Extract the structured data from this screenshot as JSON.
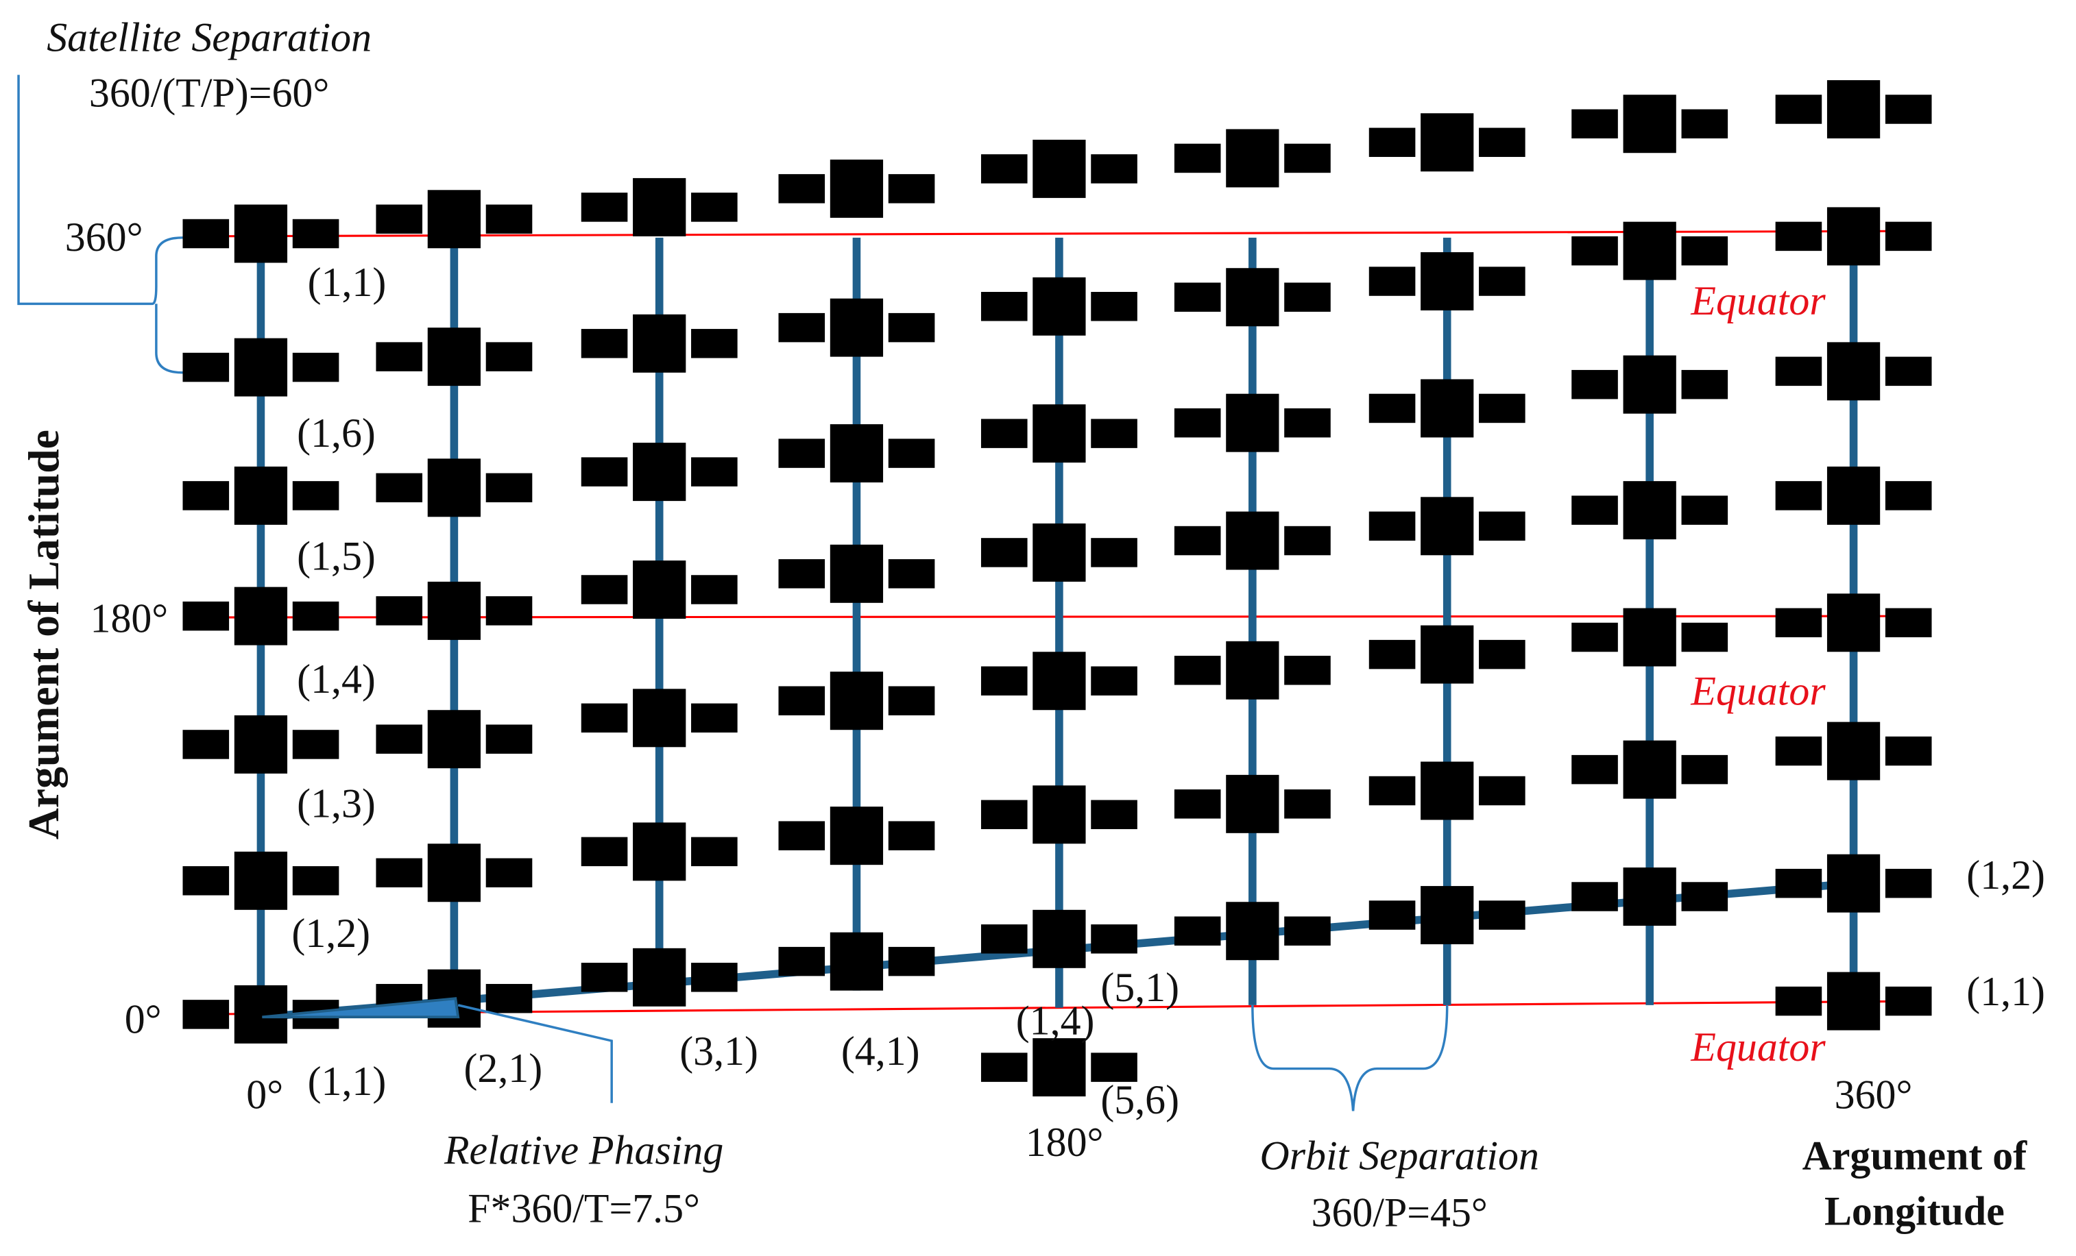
{
  "annotations": {
    "satellite_separation": {
      "title": "Satellite Separation",
      "formula": "360/(T/P)=60°"
    },
    "relative_phasing": {
      "title": "Relative Phasing",
      "formula": "F*360/T=7.5°"
    },
    "orbit_separation": {
      "title": "Orbit Separation",
      "formula": "360/P=45°"
    },
    "equator_label": "Equator"
  },
  "axes": {
    "y_title": "Argument of Latitude",
    "y_ticks": [
      "360°",
      "180°",
      "0°"
    ],
    "x_title_line1": "Argument of",
    "x_title_line2": "Longitude",
    "x_ticks": [
      "0°",
      "180°",
      "360°"
    ]
  },
  "satellite_labels": {
    "plane1": [
      "(1,1)",
      "(1,6)",
      "(1,5)",
      "(1,4)",
      "(1,3)",
      "(1,2)",
      "(1,1)"
    ],
    "bottom_row": [
      "(2,1)",
      "(3,1)",
      "(4,1)",
      "(5,1)",
      "(1,4)",
      "(5,6)"
    ],
    "right_side": [
      "(1,2)",
      "(1,1)"
    ]
  },
  "colors": {
    "orbit_line": "#1f5f8b",
    "equator": "#ff0000",
    "satellite": "#000000",
    "phasing_fill": "#2f7fc1",
    "bracket": "#2f7fc1",
    "equator_text": "#e8101a"
  },
  "constellation": {
    "planes": 9,
    "sats_per_plane": 7,
    "icon": "satellite-icon"
  }
}
